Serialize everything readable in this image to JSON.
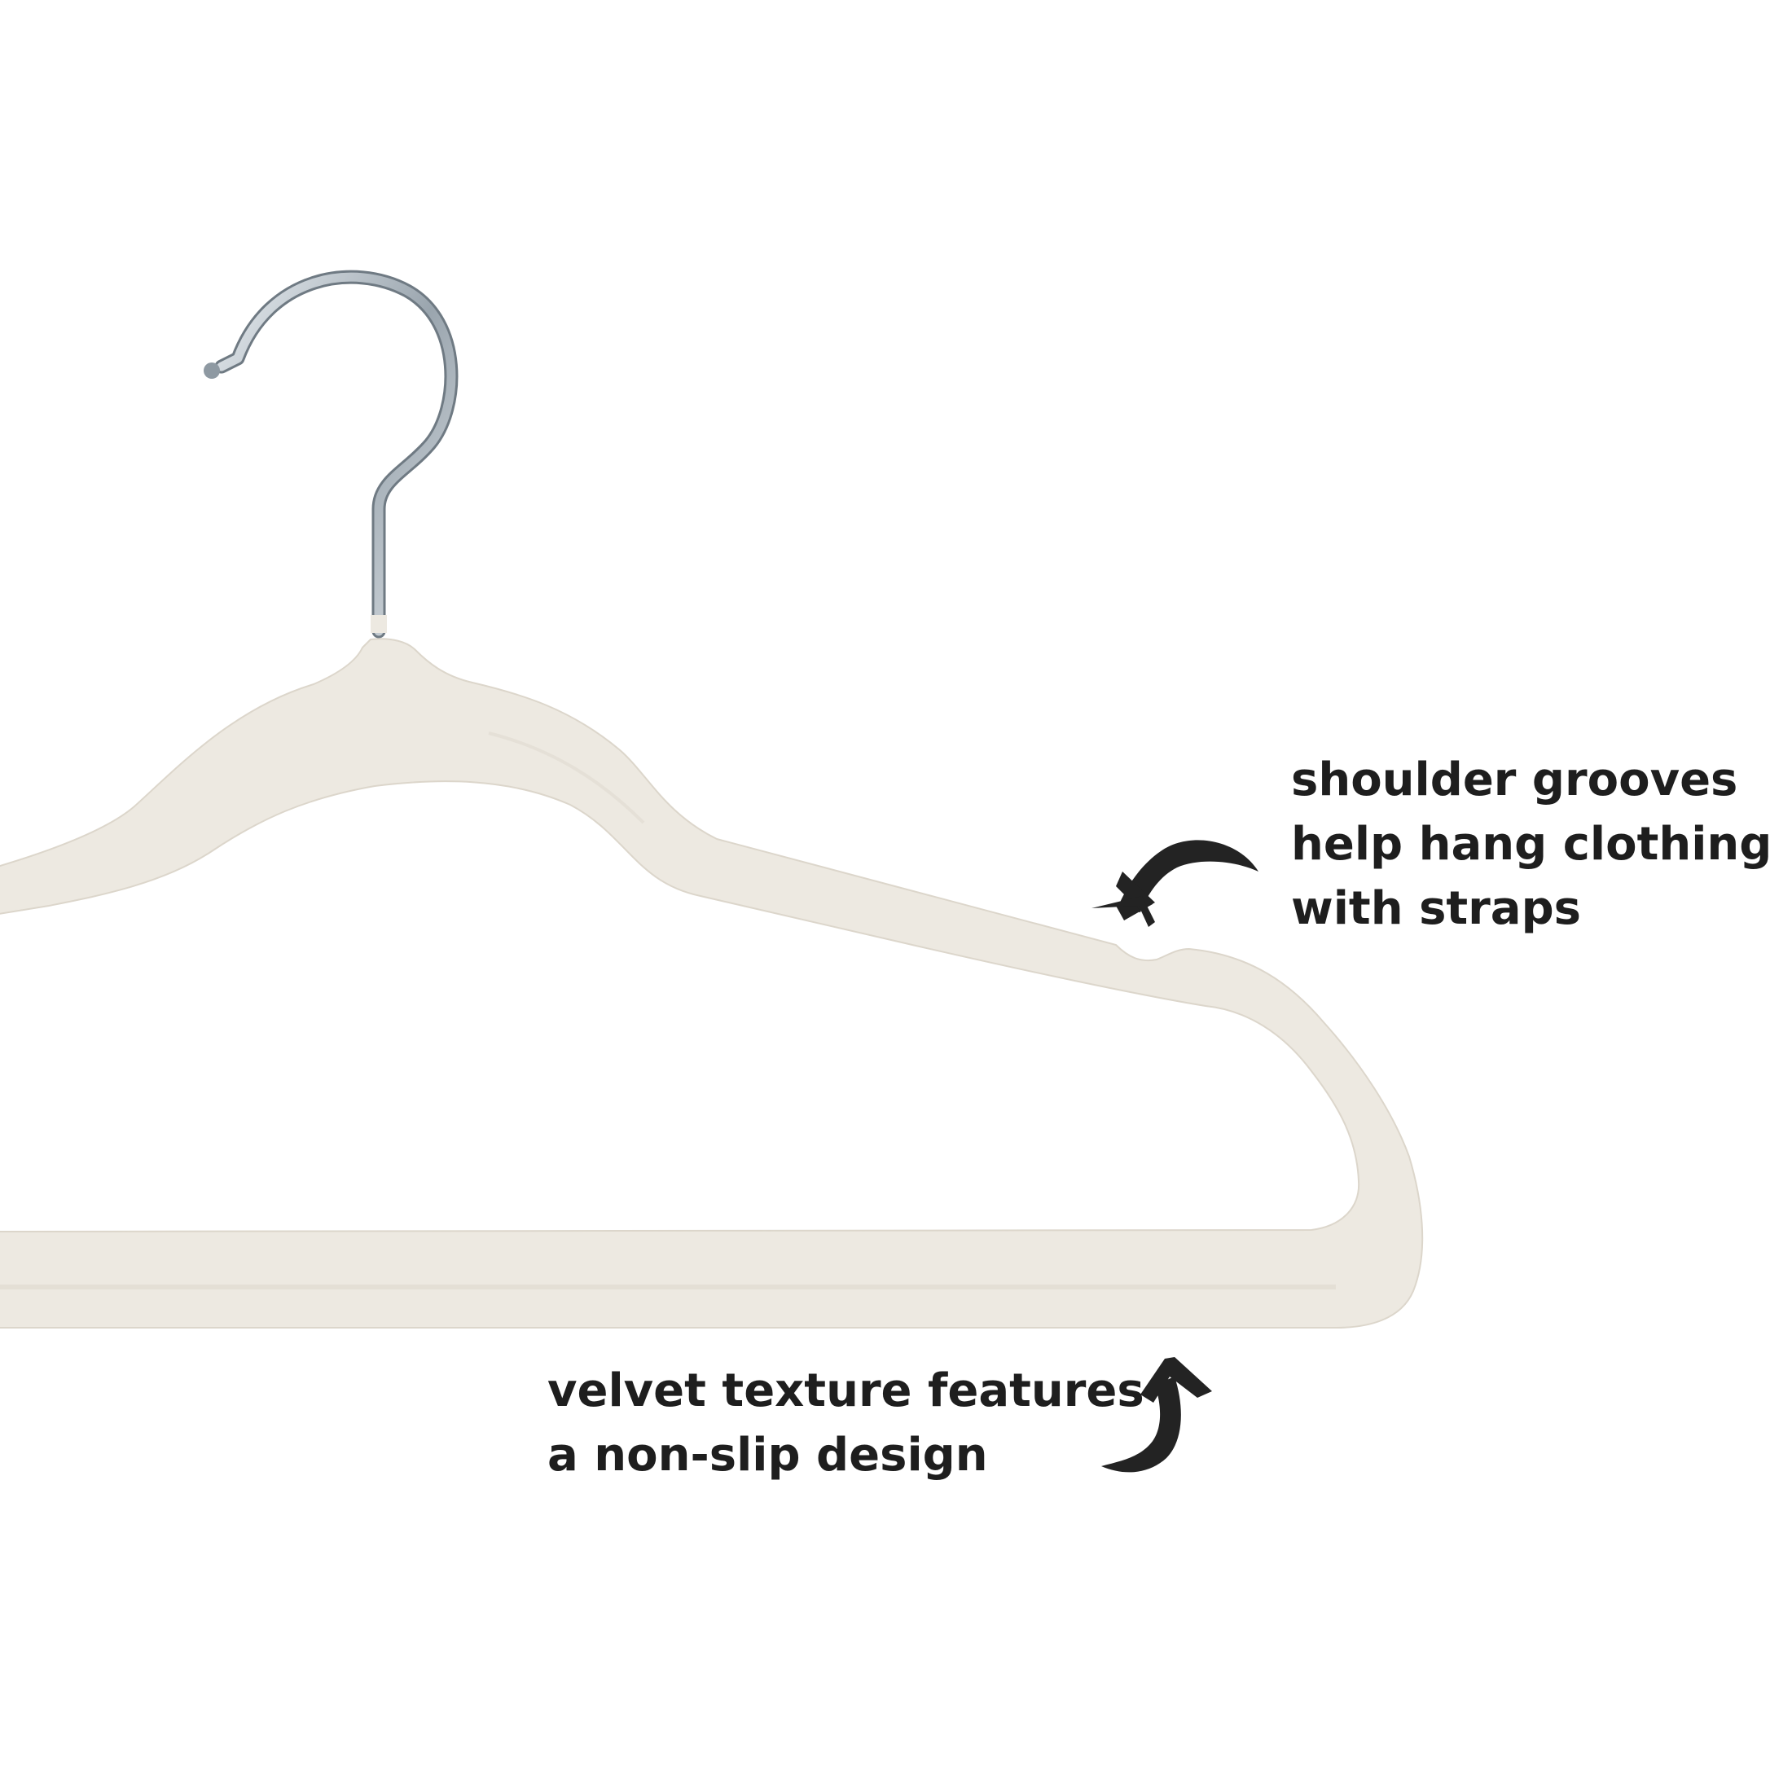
{
  "image": {
    "subject": "velvet-clothes-hanger",
    "background_color": "#ffffff",
    "hanger_color": "#ede9e1",
    "hook_color": "#a9b3bb",
    "text_color": "#1e1e1e"
  },
  "callouts": {
    "shoulder_grooves": {
      "line1": "shoulder grooves",
      "line2": "help hang clothing",
      "line3": "with straps",
      "arrow_icon": "curved-arrow-icon"
    },
    "velvet_texture": {
      "line1": "velvet texture features",
      "line2": "a non-slip design",
      "arrow_icon": "curved-arrow-icon"
    }
  }
}
